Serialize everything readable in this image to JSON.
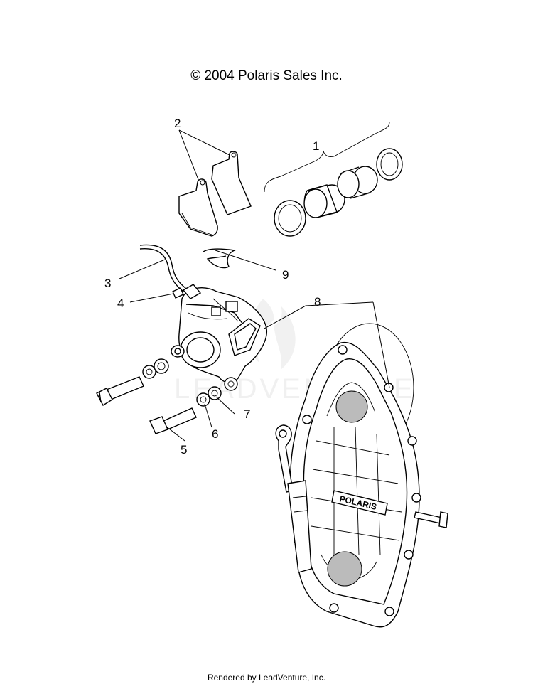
{
  "header": {
    "copyright": "© 2004 Polaris Sales Inc."
  },
  "footer": {
    "rendered_by": "Rendered by LeadVenture, Inc."
  },
  "watermark": {
    "text": "LEADVENTURE"
  },
  "case_logo": {
    "text": "POLARIS"
  },
  "callouts": [
    {
      "id": "callout-1",
      "label": "1"
    },
    {
      "id": "callout-2",
      "label": "2"
    },
    {
      "id": "callout-3",
      "label": "3"
    },
    {
      "id": "callout-4",
      "label": "4"
    },
    {
      "id": "callout-5",
      "label": "5"
    },
    {
      "id": "callout-6",
      "label": "6"
    },
    {
      "id": "callout-7",
      "label": "7"
    },
    {
      "id": "callout-8",
      "label": "8"
    },
    {
      "id": "callout-9",
      "label": "9"
    }
  ]
}
